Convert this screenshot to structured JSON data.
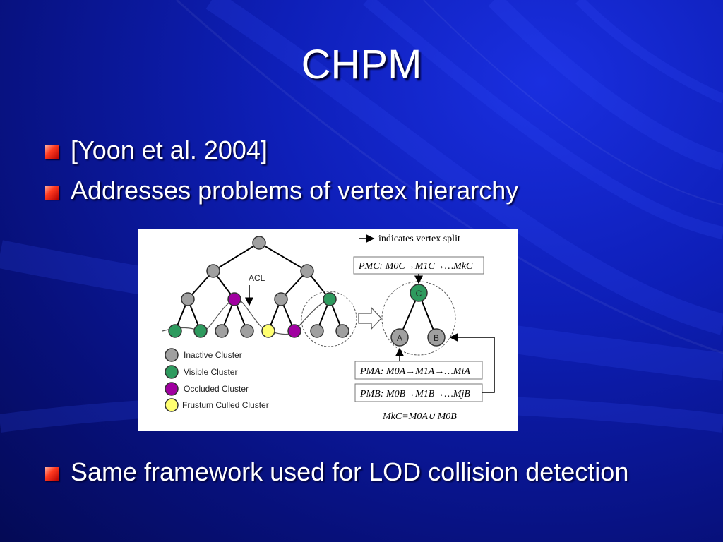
{
  "slide": {
    "title": "CHPM"
  },
  "bullets": [
    {
      "text": "[Yoon et al. 2004]"
    },
    {
      "text": "Addresses problems of vertex hierarchy"
    },
    {
      "text": "Same framework used for LOD collision detection"
    }
  ],
  "figure": {
    "acl_label": "ACL",
    "split_legend": "indicates vertex split",
    "legend": [
      {
        "label": "Inactive Cluster",
        "color": "#a0a0a0"
      },
      {
        "label": "Visible Cluster",
        "color": "#2e9a5e"
      },
      {
        "label": "Occluded Cluster",
        "color": "#a000a0"
      },
      {
        "label": "Frustum Culled Cluster",
        "color": "#ffff70"
      }
    ],
    "nodes": {
      "c": "C",
      "a": "A",
      "b": "B"
    },
    "formulas": {
      "pm_c": "PMC: M0C→M1C→…MkC",
      "pm_a": "PMA: M0A→M1A→…MiA",
      "pm_b": "PMB: M0B→M1B→…MjB",
      "union": "MkC=M0A∪ M0B"
    },
    "colors": {
      "inactive": "#a0a0a0",
      "visible": "#2e9a5e",
      "occluded": "#a000a0",
      "culled": "#ffff70"
    }
  }
}
